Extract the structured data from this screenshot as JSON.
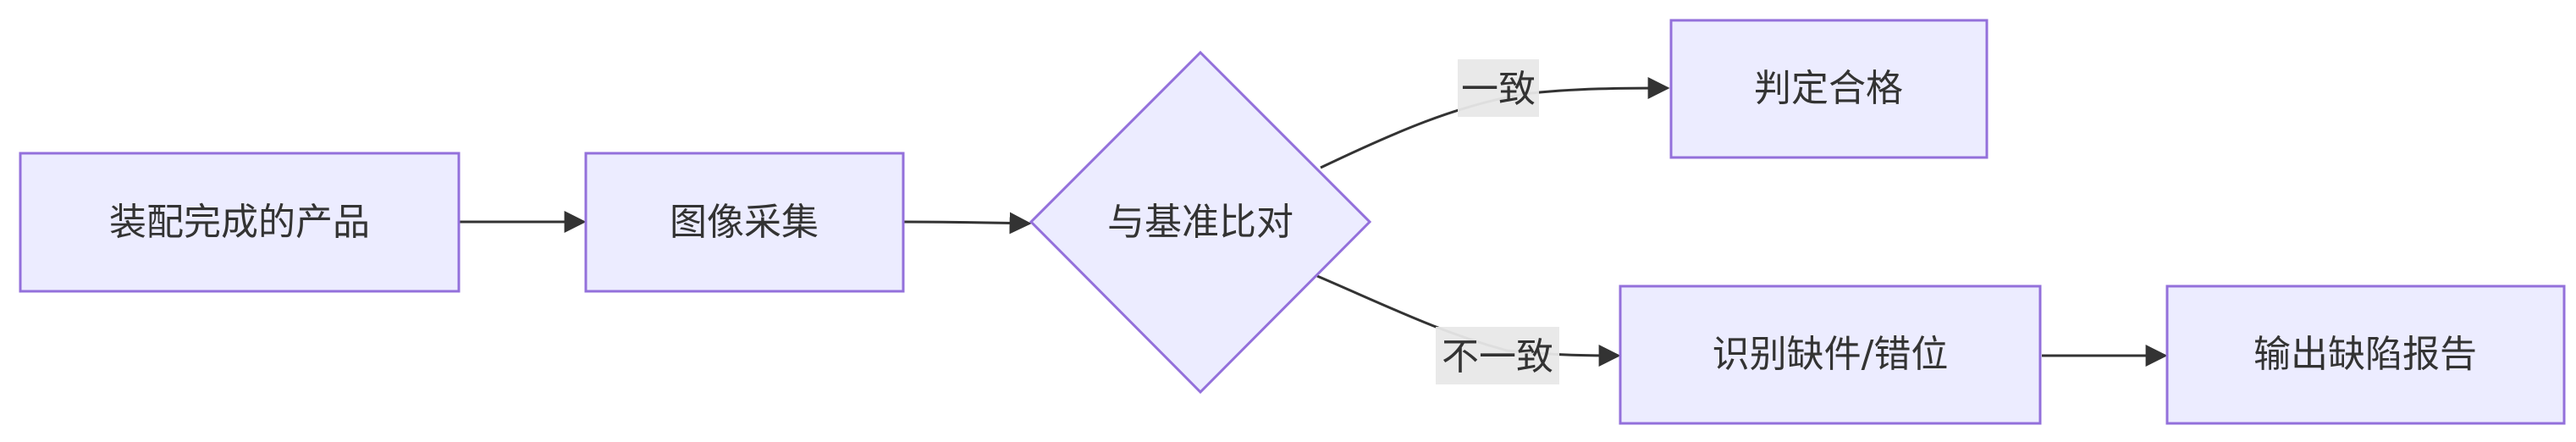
{
  "nodes": {
    "assembled_product": "装配完成的产品",
    "image_capture": "图像采集",
    "compare_baseline": "与基准比对",
    "judge_pass": "判定合格",
    "identify_defect": "识别缺件/错位",
    "output_report": "输出缺陷报告"
  },
  "edges": {
    "match": "一致",
    "mismatch": "不一致"
  },
  "colors": {
    "node_fill": "#ECECFF",
    "node_stroke": "#9370DB",
    "edge_stroke": "#333333",
    "edge_label_bg": "#E8E8E8",
    "text": "#333333"
  }
}
